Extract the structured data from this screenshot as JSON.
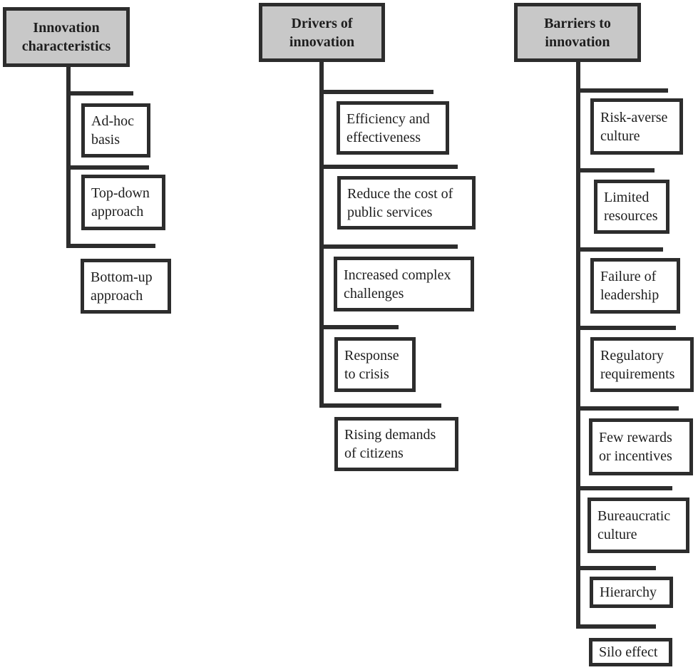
{
  "figure": {
    "background": "#ffffff",
    "header_fill": "#c8c8c8",
    "node_fill": "#ffffff",
    "line_color": "#2d2d2d",
    "text_color": "#1e1e1e"
  },
  "diagram": {
    "columns": [
      {
        "id": "innovation-characteristics",
        "header": "Innovation\ncharacteristics",
        "children": [
          "Ad-hoc\nbasis",
          "Top-down\napproach",
          "Bottom-up\napproach"
        ]
      },
      {
        "id": "drivers-of-innovation",
        "header": "Drivers of\ninnovation",
        "children": [
          "Efficiency and\neffectiveness",
          "Reduce the cost of\npublic services",
          "Increased complex\nchallenges",
          "Response\nto crisis",
          "Rising demands\nof citizens"
        ]
      },
      {
        "id": "barriers-to-innovation",
        "header": "Barriers to\ninnovation",
        "children": [
          "Risk-averse\nculture",
          "Limited\nresources",
          "Failure of\nleadership",
          "Regulatory\nrequirements",
          "Few rewards\nor incentives",
          "Bureaucratic\nculture",
          "Hierarchy",
          "Silo effect"
        ]
      }
    ]
  }
}
